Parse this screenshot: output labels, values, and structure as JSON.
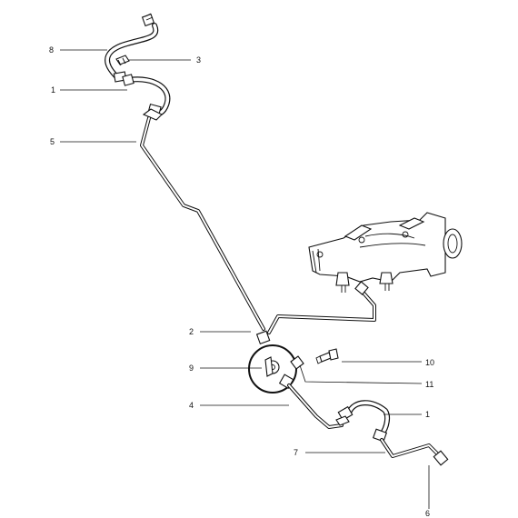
{
  "callouts": {
    "c8": "8",
    "c3": "3",
    "c1_top": "1",
    "c5": "5",
    "c2": "2",
    "c9": "9",
    "c10": "10",
    "c11": "11",
    "c4": "4",
    "c1_bottom": "1",
    "c7": "7",
    "c6": "6"
  }
}
